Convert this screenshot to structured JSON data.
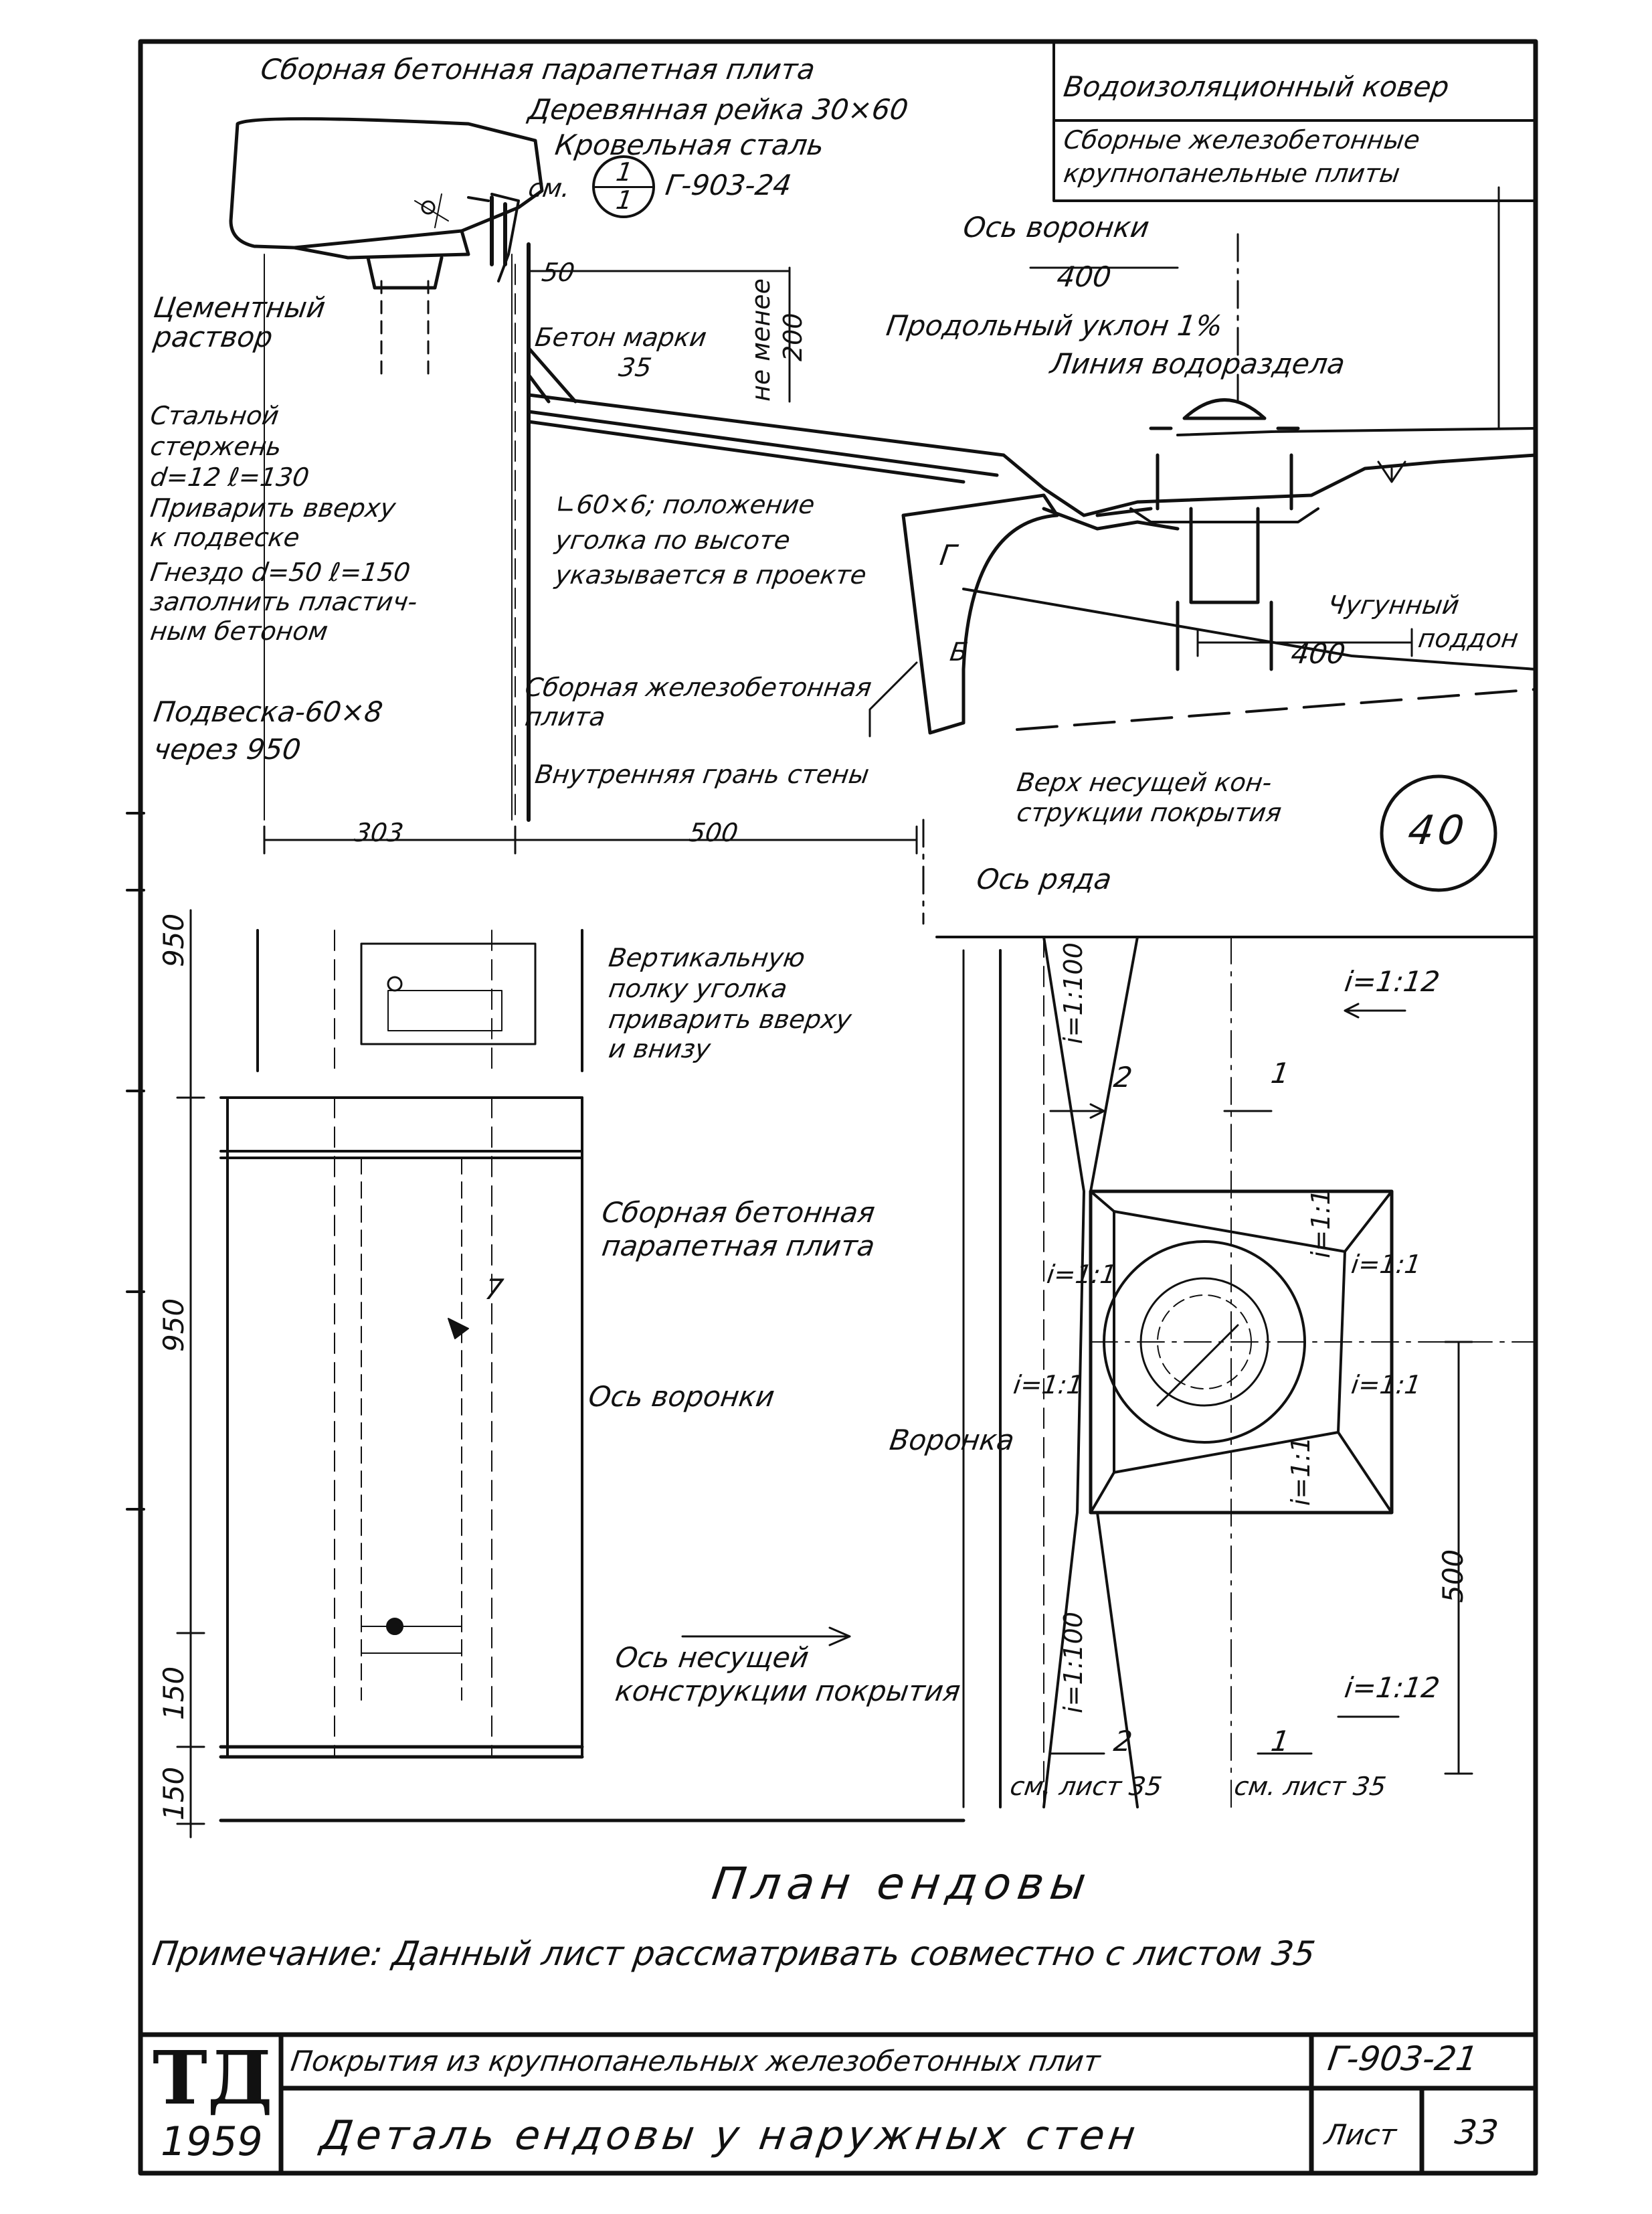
{
  "legend": {
    "line1": "Водоизоляционный ковер",
    "line2": "Сборные железобетонные",
    "line3": "крупнопанельные плиты"
  },
  "section": {
    "parapet_plate": "Сборная бетонная парапетная плита",
    "wood_rail": "Деревянная рейка 30×60",
    "roof_steel": "Кровельная сталь",
    "see_ref_prefix": "см.",
    "circle_num": "1",
    "circle_den": "1",
    "see_ref_sheet": "Г-903-24",
    "funnel_axis": "Ось воронки",
    "dim_400_top": "400",
    "dim_50": "50",
    "cement_mortar_1": "Цементный",
    "cement_mortar_2": "раствор",
    "concrete_grade_1": "Бетон марки",
    "concrete_grade_2": "35",
    "not_less_1": "не менее",
    "not_less_2": "200",
    "long_slope": "Продольный уклон 1%",
    "watershed": "Линия водораздела",
    "steel_rod_1": "Стальной",
    "steel_rod_2": "стержень",
    "steel_rod_3": "d=12 ℓ=130",
    "steel_rod_4": "Приварить вверху",
    "steel_rod_5": "к подвеске",
    "socket_1": "Гнездо d=50 ℓ=150",
    "socket_2": "заполнить пластич-",
    "socket_3": "ным бетоном",
    "angle_1": "∟60×6; положение",
    "angle_2": "уголка по высоте",
    "angle_3": "указывается в проекте",
    "letter_g": "Г",
    "letter_b": "Б",
    "cast_iron_1": "Чугунный",
    "cast_iron_2": "поддон",
    "dim_400_bottom": "400",
    "rc_plate_1": "Сборная железобетонная",
    "rc_plate_2": "плита",
    "hanger_1": "Подвеска-60×8",
    "hanger_2": "через 950",
    "inner_face": "Внутренняя грань стены",
    "bearing_top_1": "Верх несущей кон-",
    "bearing_top_2": "струкции покрытия",
    "detail_number": "40",
    "dim_303": "303",
    "dim_500": "500"
  },
  "plan": {
    "row_axis": "Ось ряда",
    "vertical_flange_1": "Вертикальную",
    "vertical_flange_2": "полку уголка",
    "vertical_flange_3": "приварить вверху",
    "vertical_flange_4": "и внизу",
    "slope_1_12_top": "i=1:12",
    "slope_1_100_top": "i=1:100",
    "mark_2_top": "2",
    "mark_1_top": "1",
    "parapet_plate_1": "Сборная бетонная",
    "parapet_plate_2": "парапетная плита",
    "mark_7": "7",
    "slope_1_1_a": "i=1:1",
    "slope_1_1_b": "i=1:1",
    "slope_1_1_c": "i=1:1",
    "slope_1_1_d": "i=1:1",
    "slope_1_1_e": "i=1:1",
    "slope_1_1_f": "i=1:1",
    "funnel_axis": "Ось воронки",
    "funnel": "Воронка",
    "dim_500": "500",
    "bearing_axis_1": "Ось несущей",
    "bearing_axis_2": "конструкции покрытия",
    "slope_1_12_bottom": "i=1:12",
    "slope_1_100_bottom": "i=1:100",
    "mark_2_bottom": "2",
    "mark_1_bottom": "1",
    "see_sheet_a": "см. лист 35",
    "see_sheet_b": "см. лист 35",
    "dim_950_a": "950",
    "dim_950_b": "950",
    "dim_150_a": "150",
    "dim_150_b": "150",
    "title": "План ендовы"
  },
  "note": "Примечание: Данный лист рассматривать совместно с листом 35",
  "title_block": {
    "logo": "ТД",
    "year": "1959",
    "subject": "Покрытия из крупнопанельных железобетонных плит",
    "code": "Г-903-21",
    "drawing_title": "Деталь ендовы у наружных стен",
    "sheet_label": "Лист",
    "sheet_number": "33"
  }
}
